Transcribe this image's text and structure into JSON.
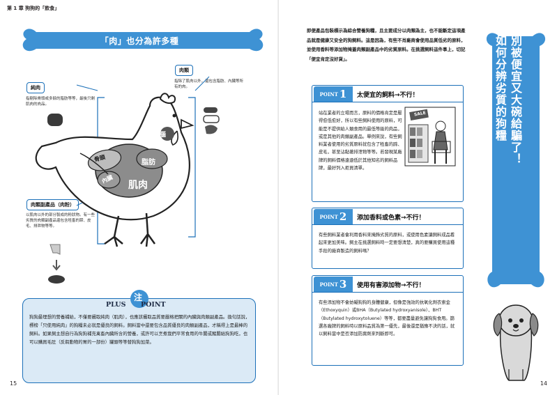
{
  "header": {
    "running_head": "第 1 章 狗狗的「飲食」"
  },
  "left_page": {
    "page_number": "15",
    "banner_title": "「肉」也分為許多種",
    "callouts": {
      "meat": {
        "label": "肉類",
        "desc": "指除了肌肉以外，還包含脂肪、內臟等所有的肉。"
      },
      "lean": {
        "label": "純肉",
        "desc": "指剔除骨頭或多餘的脂肪等等，最後只剩肌肉的肉品。"
      },
      "byproduct": {
        "label": "肉類副產品（肉粉）",
        "desc": "以肌肉以外的部分製成的粉狀物。有一些劣質的肉類副產品還包含牲畜的蹄、皮毛、排泄物等等。"
      }
    },
    "chicken_labels": {
      "bone": "骨頭",
      "fat": "脂肪",
      "organ": "內臟",
      "muscle": "肌肉",
      "brain": "腦"
    },
    "plus_point": {
      "badge": "注",
      "word_left": "PLUS",
      "word_right": "POINT",
      "body": "狗狗最理想的營養補給，不僅要攝取純肉（肌肉），也應該攝取品質要嚴格把關的內臟與肉類副產品。換句話說，標榜「只使用純肉」的狗糧未必就是優良的飼料。飼料當中還要包含品質優良的肉類副產品，才稱得上是最棒的飼料。如果飼主想自行為狗狗補充禽畜內臟所含的營養，或許可以烹煮我們平常食用的牛腸或豬腸給狗狗吃，也可以購買毛肚（反芻動物的胃的一部份）罐頭等等替狗狗加菜。"
    }
  },
  "right_page": {
    "page_number": "14",
    "intro": "即便產品包裝標示為綜合營養狗糧，且主要成分以肉類為主，也不能斷定這項產品就是健康又安全的狗飼料。這是因為，有些不肖廠商會使用品質低劣的原料，並使用香料等添加物掩蓋肉類副產品中的劣質原料。在挑選飼料這件事上，切記「便宜肯定沒好貨」。",
    "vertical_title": [
      "別被便宜又大碗給騙了！",
      "如何分辨劣質的狗糧"
    ],
    "points": [
      {
        "word": "POINT",
        "num": "1",
        "title": "太便宜的飼料→不行！",
        "body": "站在業者的立場而言，原料的價格肯定是壓得愈低愈好，所以有些飼料使用的原料，可能是不提供給人類食用的最低等級的肉品，或是其他的肉類副產品。舉例來說，有些飼料業者使用的劣質原料就包含了牲畜的蹄、皮毛，甚至沾黏著排泄物等等。若發現某廠牌的飼料價格遠遠低於其他知名的飼料品牌，最好列入拒買清單。",
        "sale_sign": "SALE"
      },
      {
        "word": "POINT",
        "num": "2",
        "title": "添加香料或色素→不行！",
        "body": "有些飼料業者會利用香料來掩飾劣質的原料，或使用色素讓飼料成品看起來更加美味。飼主在挑選飼料時一定要想清楚，真的要購買使用這種手段的廠商製造的飼料嗎？"
      },
      {
        "word": "POINT",
        "num": "3",
        "title": "使用有害添加物→不行！",
        "body": "有些添加物不會妨礙狗狗的身體健康，但像是強效的抗氧化劑衣索金（Ethoxyquin）或BHA（Butylated hydroxyanisole）、BHT（Butylated hydroxytoluene）等等，都要盡量避免讓狗狗食用。篩選各廠牌的飼料時以原料品質為第一優先，最後還是猶豫不決的話，就以飼料當中是否添加防腐劑來判斷即可。"
      }
    ]
  },
  "colors": {
    "accent_blue": "#1a6fb8",
    "bright_blue": "#3e92d4",
    "light_blue_bg": "#dbeaf6"
  }
}
